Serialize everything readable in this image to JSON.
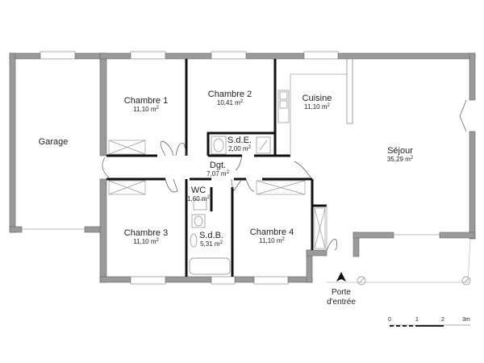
{
  "rooms": [
    {
      "id": "garage",
      "name": "Garage",
      "area": ""
    },
    {
      "id": "chambre1",
      "name": "Chambre 1",
      "area": "11,10 m",
      "unit_exp": "2"
    },
    {
      "id": "chambre2",
      "name": "Chambre 2",
      "area": "10,41 m",
      "unit_exp": "2"
    },
    {
      "id": "cuisine",
      "name": "Cuisine",
      "area": "11,10 m",
      "unit_exp": "2"
    },
    {
      "id": "sejour",
      "name": "Séjour",
      "area": "35,29 m",
      "unit_exp": "2"
    },
    {
      "id": "sde",
      "name": "S.d.E.",
      "area": "2,00 m",
      "unit_exp": "2"
    },
    {
      "id": "dgt",
      "name": "Dgt.",
      "area": "7,07 m",
      "unit_exp": "2"
    },
    {
      "id": "wc",
      "name": "WC",
      "area": "1,60 m",
      "unit_exp": "2"
    },
    {
      "id": "chambre3",
      "name": "Chambre 3",
      "area": "11,10 m",
      "unit_exp": "2"
    },
    {
      "id": "sdb",
      "name": "S.d.B.",
      "area": "5,31 m",
      "unit_exp": "2"
    },
    {
      "id": "chambre4",
      "name": "Chambre 4",
      "area": "11,10 m",
      "unit_exp": "2"
    }
  ],
  "entrance": {
    "line1": "Porte",
    "line2": "d'entrée",
    "icon": "arrow-up-icon"
  },
  "scale": {
    "ticks": [
      "0",
      "1",
      "2",
      "3m"
    ]
  },
  "colors": {
    "wall": "#9a9a9a",
    "wall_stroke": "#555555",
    "partition": "#111111",
    "fixture": "#888888"
  }
}
